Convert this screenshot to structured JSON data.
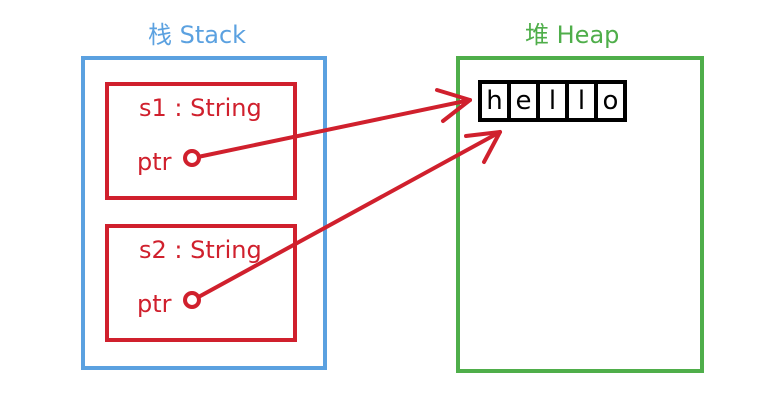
{
  "colors": {
    "stack": "#5ba1e0",
    "heap": "#4fae4a",
    "var": "#d0202d",
    "cell": "#000000"
  },
  "stack": {
    "title": "栈 Stack"
  },
  "heap": {
    "title": "堆 Heap",
    "cells": [
      "h",
      "e",
      "l",
      "l",
      "o"
    ]
  },
  "vars": [
    {
      "label": "s1 : String",
      "ptr": "ptr"
    },
    {
      "label": "s2 : String",
      "ptr": "ptr"
    }
  ]
}
